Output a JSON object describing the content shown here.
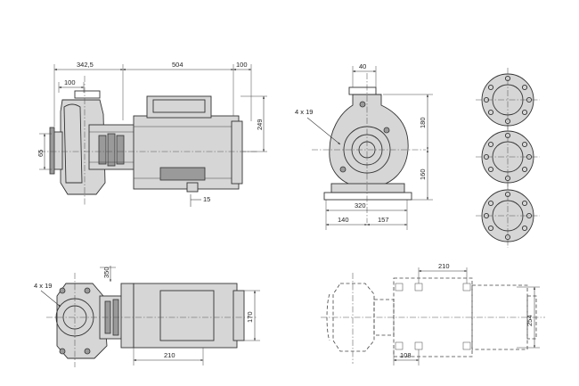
{
  "dimensions": {
    "side_suction_offset": "342,5",
    "side_motor_length": "504",
    "side_motor_end": "100",
    "side_flange_width": "100",
    "side_motor_height": "249",
    "side_suction_dn": "65",
    "side_foot_thickness": "15",
    "front_flange_width": "40",
    "front_holes": "4 x 19",
    "front_upper_height": "180",
    "front_shaft_height": "160",
    "front_base_width": "320",
    "front_left_width": "140",
    "front_right_width": "157",
    "top_holes": "4 x 19",
    "top_offset": "350",
    "top_motor_width": "170",
    "top_foot_spacing": "210",
    "baseplate_foot_spacing": "210",
    "baseplate_width": "254",
    "baseplate_foot_offset": "108"
  }
}
